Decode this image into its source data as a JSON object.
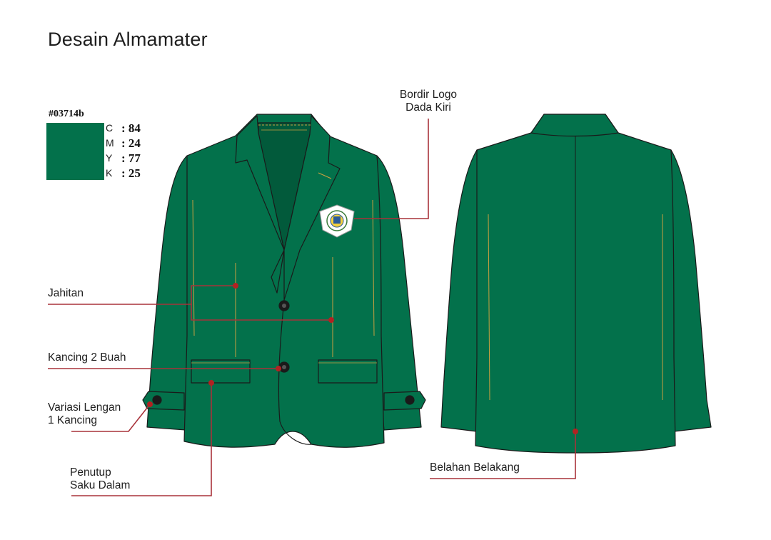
{
  "title": "Desain Almamater",
  "color": {
    "code": "#03714b",
    "hex": "#03714b",
    "cmyk": [
      {
        "letter": "C",
        "value": ": 84"
      },
      {
        "letter": "M",
        "value": ": 24"
      },
      {
        "letter": "Y",
        "value": ": 77"
      },
      {
        "letter": "K",
        "value": ": 25"
      }
    ]
  },
  "labels": {
    "logo_line1": "Bordir Logo",
    "logo_line2": "Dada Kiri",
    "seam": "Jahitan",
    "buttons": "Kancing 2 Buah",
    "sleeve_line1": "Variasi Lengan",
    "sleeve_line2": "1 Kancing",
    "pocket_line1": "Penutup",
    "pocket_line2": "Saku Dalam",
    "back_vent": "Belahan Belakang"
  },
  "colors": {
    "jacket": "#03714b",
    "jacket_dark": "#025a3b",
    "stitch": "#c8a040",
    "outline": "#1a1a1a",
    "leader": "#a8323a",
    "dot": "#b22222"
  }
}
